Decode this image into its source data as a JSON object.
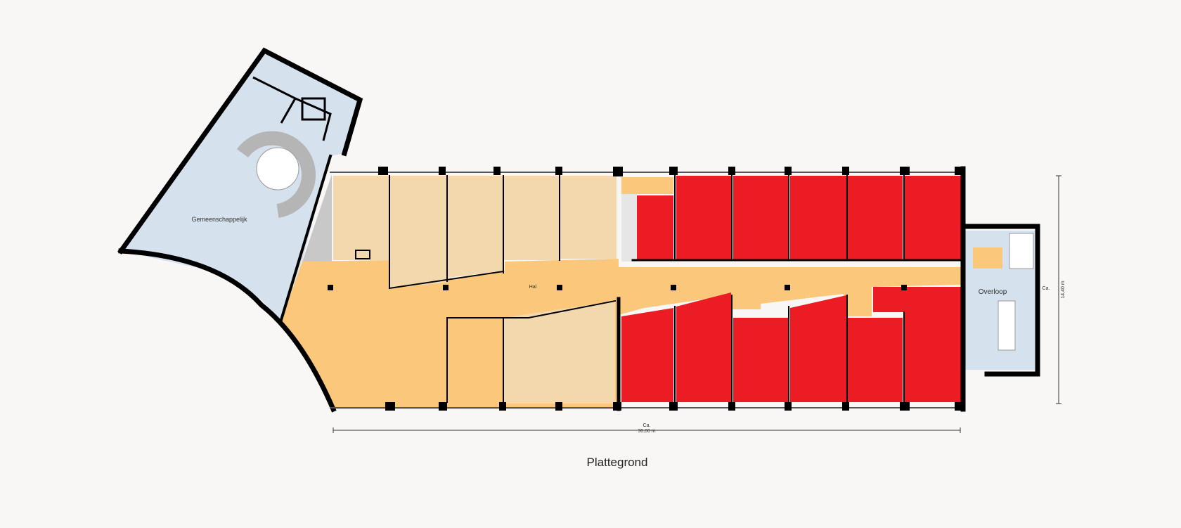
{
  "title": "Plattegrond",
  "rooms": {
    "common": "Gemeenschappelijk",
    "hall": "Hal",
    "landing": "Overloop"
  },
  "dimensions": {
    "width_prefix": "Ca.",
    "width": "30,00 m",
    "depth_prefix": "Ca.",
    "depth": "14,40 m"
  },
  "colors": {
    "background": "#f8f7f5",
    "wall": "#000000",
    "common_area": "#d5e1ec",
    "hall_area": "#fbc77a",
    "light_rooms": "#f3d8ae",
    "red_rooms": "#ec1c24",
    "grey_room": "#c8c8c8"
  }
}
